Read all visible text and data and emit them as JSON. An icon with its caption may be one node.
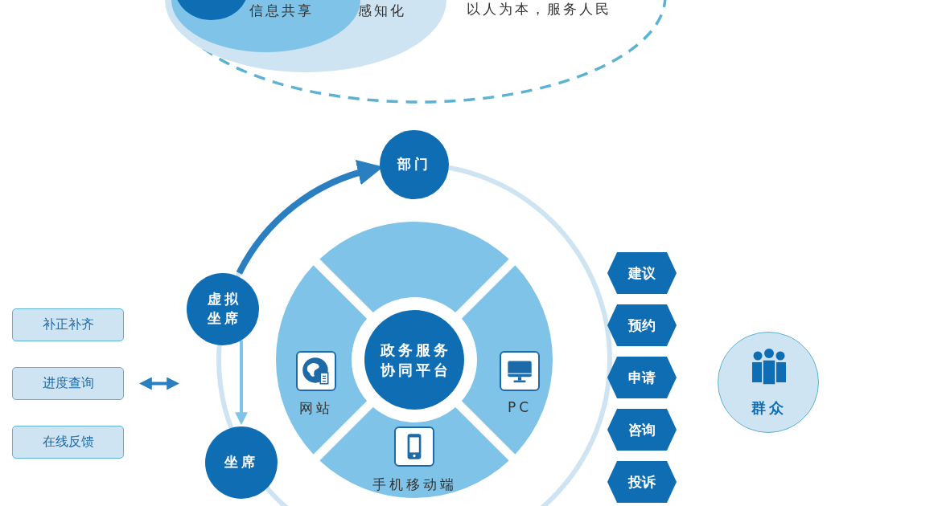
{
  "diagram": {
    "nodes": [
      {
        "text": [
          "以人为本，服务人民"
        ]
      },
      {
        "text": [
          "感知化"
        ],
        "in": 0
      },
      {
        "text": [
          "信息共享"
        ],
        "in": 1
      },
      {
        "text": [],
        "shape": "circle",
        "in": 2
      },
      {
        "text": [
          "部门"
        ]
      },
      {
        "text": [
          "虚拟坐席"
        ]
      },
      {
        "text": [
          "坐席"
        ]
      },
      {
        "text": [],
        "shape": "sector"
      },
      {
        "text": [
          "网站"
        ]
      },
      {
        "text": [
          "政务服务协同平台"
        ]
      },
      {
        "text": [
          "PC"
        ]
      },
      {
        "text": [
          "手机移动端"
        ]
      },
      {
        "text": [
          "补正补齐"
        ]
      },
      {
        "text": [
          "进度查询"
        ]
      },
      {
        "text": [
          "在线反馈"
        ]
      },
      {
        "text": [
          "建议"
        ]
      },
      {
        "text": [
          "预约"
        ]
      },
      {
        "text": [
          "申请"
        ]
      },
      {
        "text": [
          "咨询"
        ]
      },
      {
        "text": [
          "投诉"
        ]
      },
      {
        "text": [
          "群众"
        ]
      }
    ],
    "edges": [
      {
        "from": 5,
        "to": 4,
        "arrow": "to",
        "style": "thick"
      },
      {
        "from": 5,
        "to": 6,
        "arrow": "to",
        "color": "#7fc4e8"
      },
      {
        "from": 13,
        "to": null,
        "arrow": "both"
      }
    ]
  }
}
